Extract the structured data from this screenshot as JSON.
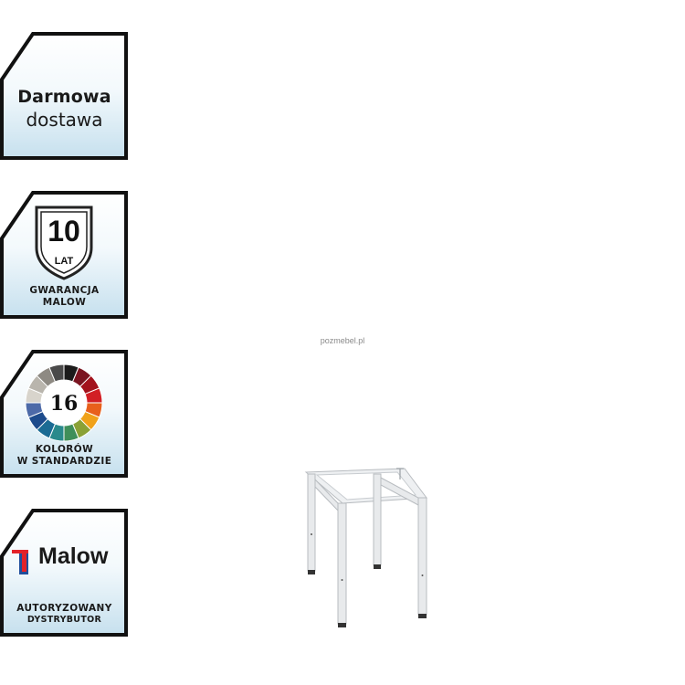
{
  "badges": {
    "delivery": {
      "line1": "Darmowa",
      "line2": "dostawa"
    },
    "warranty": {
      "number": "10",
      "unit": "LAT",
      "line1": "GWARANCJA",
      "line2": "MALOW"
    },
    "colors": {
      "number": "16",
      "line1": "KOLORÓW",
      "line2": "W STANDARDZIE",
      "swatches": [
        "#1b1b1b",
        "#7a1420",
        "#a3121c",
        "#d21f25",
        "#e8601c",
        "#f0a21a",
        "#8aa136",
        "#3f8f5a",
        "#2a8a8c",
        "#1b6b94",
        "#1d4b8c",
        "#4d6aa8",
        "#d8d4cc",
        "#b9b5ad",
        "#8e8a83",
        "#4a4a4a"
      ]
    },
    "malow": {
      "brand": "Malow",
      "line1": "AUTORYZOWANY",
      "line2": "DYSTRYBUTOR",
      "logo_colors": [
        "#e32229",
        "#1f4e9c"
      ]
    }
  },
  "watermark": "pozmebel.pl",
  "colors": {
    "badge_border": "#111111",
    "badge_gradient_top": "#ffffff",
    "badge_gradient_bottom": "#c6e0ee",
    "frame_color": "#e8eaec"
  }
}
